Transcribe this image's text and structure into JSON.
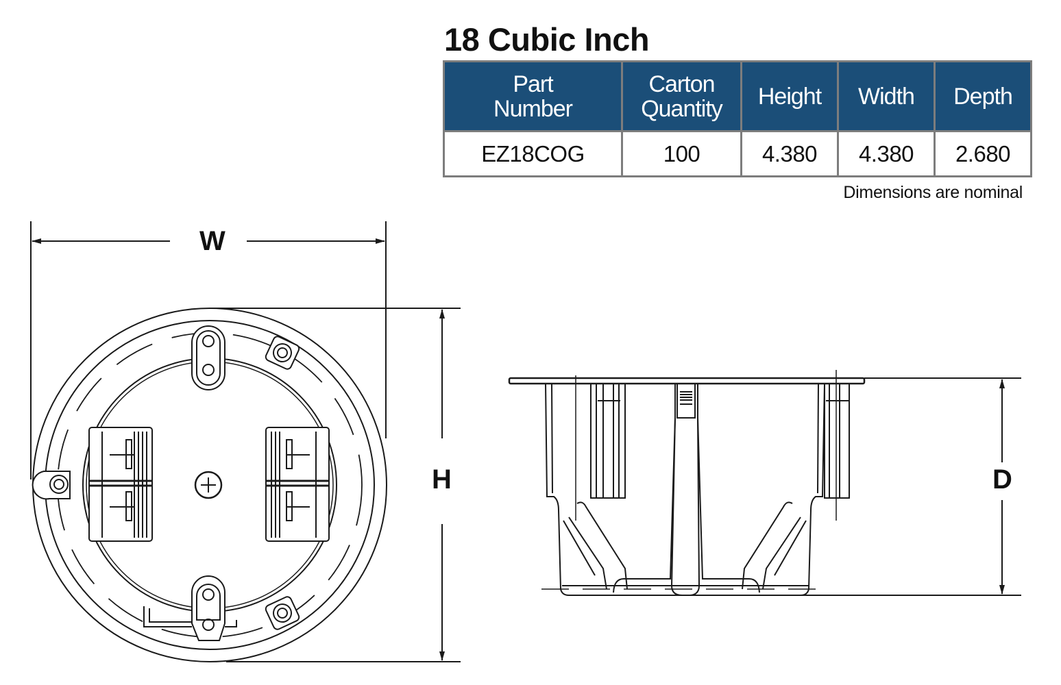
{
  "title": "18 Cubic Inch",
  "spec_table": {
    "headers": [
      "Part Number",
      "Carton Quantity",
      "Height",
      "Width",
      "Depth"
    ],
    "header_lines": [
      [
        "Part",
        "Number"
      ],
      [
        "Carton",
        "Quantity"
      ],
      [
        "Height"
      ],
      [
        "Width"
      ],
      [
        "Depth"
      ]
    ],
    "rows": [
      {
        "part_number": "EZ18COG",
        "carton_quantity": "100",
        "height": "4.380",
        "width": "4.380",
        "depth": "2.680"
      }
    ],
    "header_bg": "#1b4e78",
    "border_color": "#7d7d7d"
  },
  "note": "Dimensions are nominal",
  "drawings": {
    "front_view": {
      "width_label": "W",
      "height_label": "H"
    },
    "side_view": {
      "depth_label": "D"
    }
  }
}
